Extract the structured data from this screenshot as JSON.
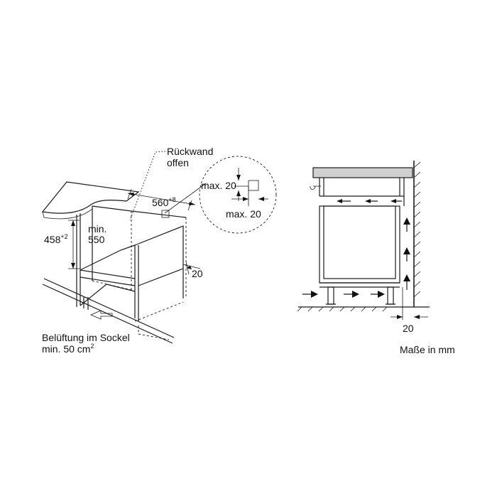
{
  "labels": {
    "rueckwand": "Rückwand",
    "offen": "offen",
    "width_dim": "560",
    "width_tol": "+8",
    "max20_a": "max. 20",
    "max20_b": "max. 20",
    "height_dim": "458",
    "height_tol": "+2",
    "depth_line1": "min.",
    "depth_line2": "550",
    "gap_left": "20",
    "vent_line1": "Belüftung im Sockel",
    "vent_line2_text": "min. 50 cm",
    "vent_line2_sup": "2",
    "gap_right": "20",
    "units": "Maße in mm"
  }
}
